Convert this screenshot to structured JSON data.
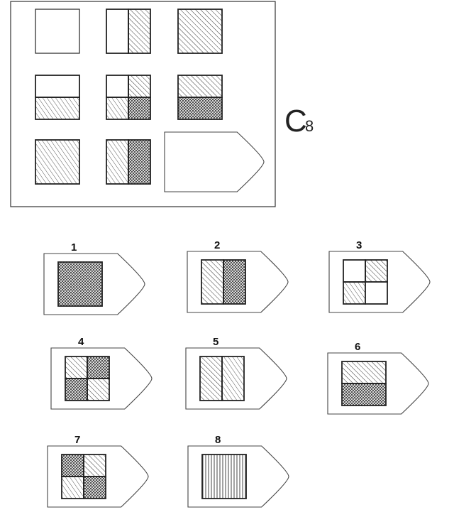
{
  "title": {
    "main": "C",
    "sub": "8"
  },
  "colors": {
    "stroke": "#222222",
    "hatch": "#333333",
    "background": "#ffffff"
  },
  "matrix": {
    "cells": [
      {
        "name": "cell-1-1",
        "pattern": "empty"
      },
      {
        "name": "cell-1-2",
        "pattern": "split-vertical",
        "parts": [
          "empty",
          "diag"
        ]
      },
      {
        "name": "cell-1-3",
        "pattern": "diag"
      },
      {
        "name": "cell-2-1",
        "pattern": "split-horizontal",
        "parts": [
          "empty",
          "diag2"
        ]
      },
      {
        "name": "cell-2-2",
        "pattern": "quadrants",
        "parts": [
          "empty",
          "diag",
          "diag2",
          "cross"
        ]
      },
      {
        "name": "cell-2-3",
        "pattern": "split-horizontal",
        "parts": [
          "diag",
          "cross"
        ]
      },
      {
        "name": "cell-3-1",
        "pattern": "diag2"
      },
      {
        "name": "cell-3-2",
        "pattern": "split-vertical",
        "parts": [
          "diag2",
          "cross"
        ]
      },
      {
        "name": "cell-3-3",
        "pattern": "missing"
      }
    ]
  },
  "options": [
    {
      "label": "1",
      "pattern": "cross"
    },
    {
      "label": "2",
      "pattern": "split-vertical",
      "parts": [
        "diag",
        "cross"
      ]
    },
    {
      "label": "3",
      "pattern": "quadrants",
      "parts": [
        "empty",
        "diag",
        "diag2",
        "empty"
      ]
    },
    {
      "label": "4",
      "pattern": "quadrants",
      "parts": [
        "diag",
        "cross",
        "cross",
        "diag"
      ]
    },
    {
      "label": "5",
      "pattern": "split-vertical",
      "parts": [
        "diag",
        "diag2"
      ]
    },
    {
      "label": "6",
      "pattern": "split-horizontal",
      "parts": [
        "diag",
        "cross"
      ]
    },
    {
      "label": "7",
      "pattern": "quadrants",
      "parts": [
        "cross",
        "diag",
        "diag2",
        "cross"
      ]
    },
    {
      "label": "8",
      "pattern": "vertical"
    }
  ]
}
